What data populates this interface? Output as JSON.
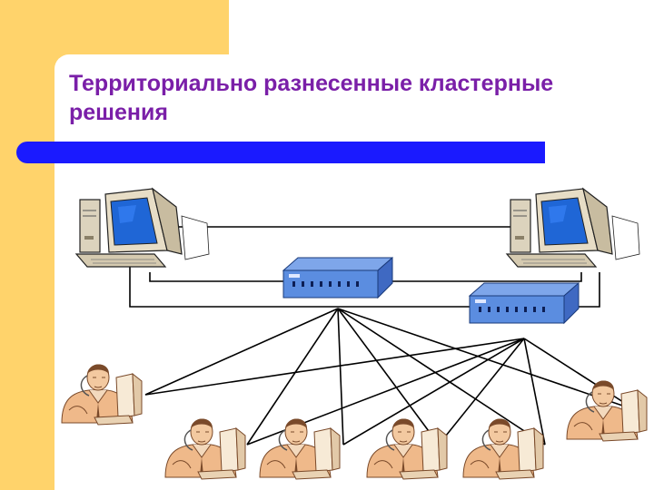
{
  "slide": {
    "title": "Территориально разнесенные кластерные решения"
  },
  "colors": {
    "accent_yellow": "#ffd36b",
    "title_purple": "#7a1fa8",
    "bar_blue": "#1a1aff",
    "device_blue": "#5b8de0",
    "screen_blue": "#1f66d6",
    "cable": "#000000"
  },
  "diagram": {
    "nodes": [
      {
        "id": "server-left",
        "icon": "desktop-computer-icon"
      },
      {
        "id": "server-right",
        "icon": "desktop-computer-icon"
      },
      {
        "id": "switch-1",
        "icon": "network-switch-icon"
      },
      {
        "id": "switch-2",
        "icon": "network-switch-icon"
      },
      {
        "id": "user-1",
        "icon": "user-workstation-icon"
      },
      {
        "id": "user-2",
        "icon": "user-workstation-icon"
      },
      {
        "id": "user-3",
        "icon": "user-workstation-icon"
      },
      {
        "id": "user-4",
        "icon": "user-workstation-icon"
      },
      {
        "id": "user-5",
        "icon": "user-workstation-icon"
      },
      {
        "id": "user-6",
        "icon": "user-workstation-icon"
      }
    ],
    "links": [
      [
        "server-left",
        "server-right"
      ],
      [
        "server-left",
        "switch-1"
      ],
      [
        "server-right",
        "switch-1"
      ],
      [
        "server-left",
        "switch-2"
      ],
      [
        "server-right",
        "switch-2"
      ],
      [
        "switch-1",
        "user-1"
      ],
      [
        "switch-1",
        "user-2"
      ],
      [
        "switch-1",
        "user-3"
      ],
      [
        "switch-1",
        "user-4"
      ],
      [
        "switch-1",
        "user-5"
      ],
      [
        "switch-1",
        "user-6"
      ],
      [
        "switch-2",
        "user-1"
      ],
      [
        "switch-2",
        "user-2"
      ],
      [
        "switch-2",
        "user-3"
      ],
      [
        "switch-2",
        "user-4"
      ],
      [
        "switch-2",
        "user-5"
      ],
      [
        "switch-2",
        "user-6"
      ]
    ]
  }
}
